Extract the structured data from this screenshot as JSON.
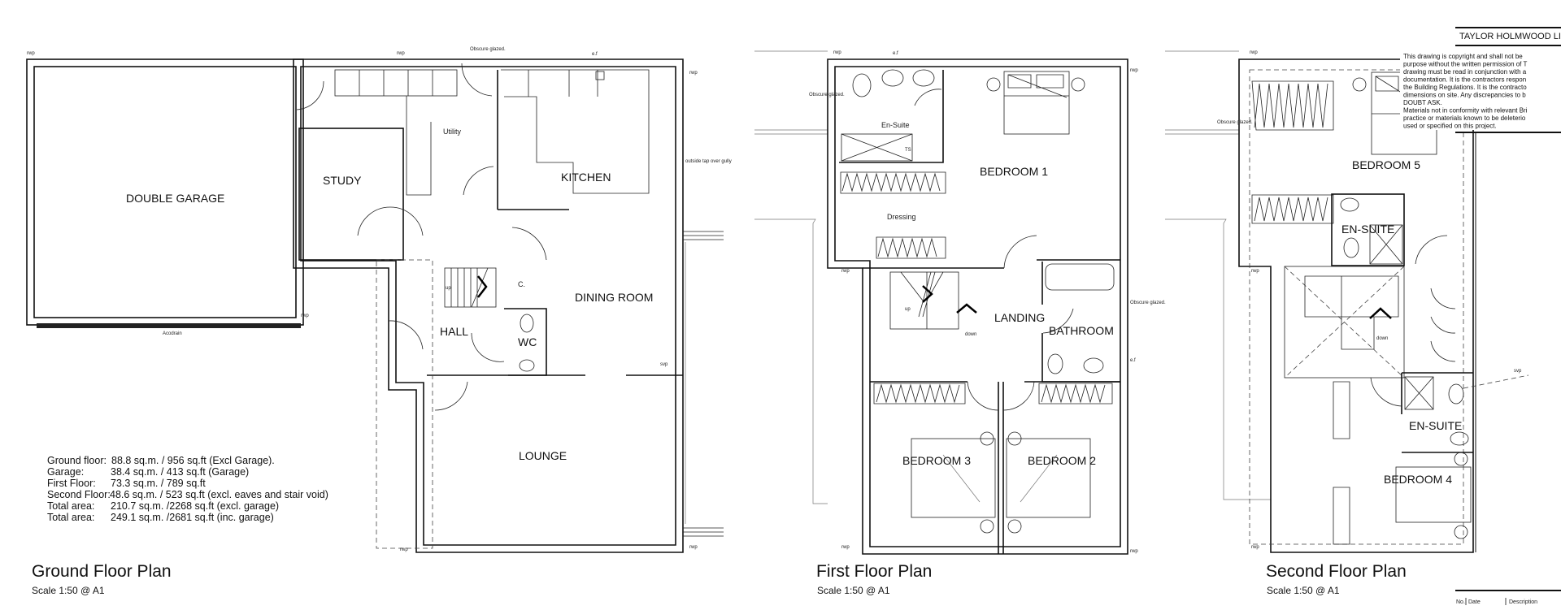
{
  "ground_floor": {
    "title": "Ground Floor Plan",
    "scale": "Scale 1:50 @ A1",
    "rooms": {
      "garage": "DOUBLE GARAGE",
      "study": "STUDY",
      "utility": "Utility",
      "kitchen": "KITCHEN",
      "dining": "DINING ROOM",
      "hall": "HALL",
      "cupboard": "C.",
      "wc": "WC",
      "lounge": "LOUNGE"
    },
    "annotations": {
      "acodrain": "Acodrain",
      "obscure": "Obscure glazed.",
      "outside_tap": "outside tap over gully",
      "rwp": "rwp",
      "ef": "e.f",
      "svp": "svp",
      "up": "up"
    },
    "areas": [
      {
        "label": "Ground floor:",
        "value": "88.8 sq.m. / 956 sq.ft (Excl Garage)."
      },
      {
        "label": "Garage:",
        "value": "38.4 sq.m. / 413 sq.ft (Garage)"
      },
      {
        "label": "First Floor:",
        "value": "73.3 sq.m. / 789 sq.ft"
      },
      {
        "label": "Second Floor:",
        "value": "48.6 sq.m. / 523 sq.ft (excl. eaves and stair void)"
      },
      {
        "label": "Total area:",
        "value": "210.7 sq.m. /2268 sq.ft (excl. garage)"
      },
      {
        "label": "Total area:",
        "value": "249.1 sq.m. /2681 sq.ft (inc. garage)"
      }
    ]
  },
  "first_floor": {
    "title": "First Floor Plan",
    "scale": "Scale 1:50 @ A1",
    "rooms": {
      "ensuite": "En-Suite",
      "bedroom1": "BEDROOM 1",
      "dressing": "Dressing",
      "landing": "LANDING",
      "bathroom": "BATHROOM",
      "bedroom3": "BEDROOM 3",
      "bedroom2": "BEDROOM 2"
    },
    "annotations": {
      "up": "up",
      "down": "down",
      "obscure": "Obscure glazed.",
      "ts": "TS",
      "rwp": "rwp",
      "ef": "e.f"
    }
  },
  "second_floor": {
    "title": "Second Floor Plan",
    "scale": "Scale 1:50 @ A1",
    "rooms": {
      "bedroom5": "BEDROOM 5",
      "ensuite_upper": "EN-SUITE",
      "ensuite_lower": "EN-SUITE",
      "bedroom4": "BEDROOM 4"
    },
    "annotations": {
      "down": "down",
      "obscure": "Obscure glazed.",
      "rwp": "rwp",
      "svp": "svp"
    }
  },
  "title_block": {
    "company": "TAYLOR HOLMWOOD LI",
    "notes": [
      "This drawing is copyright and shall not be",
      "purpose without the written permission of T",
      "drawing must be read in conjunction with a",
      "documentation. It is the contractors respon",
      "the Building Regulations. It is the contracto",
      "dimensions on site. Any discrepancies to b",
      "DOUBT ASK.",
      "Materials not in conformity with relevant Bri",
      "practice or materials known to be deleterio",
      "used or specified on this project."
    ],
    "revision_headers": {
      "no": "No.",
      "date": "Date",
      "description": "Description"
    }
  }
}
